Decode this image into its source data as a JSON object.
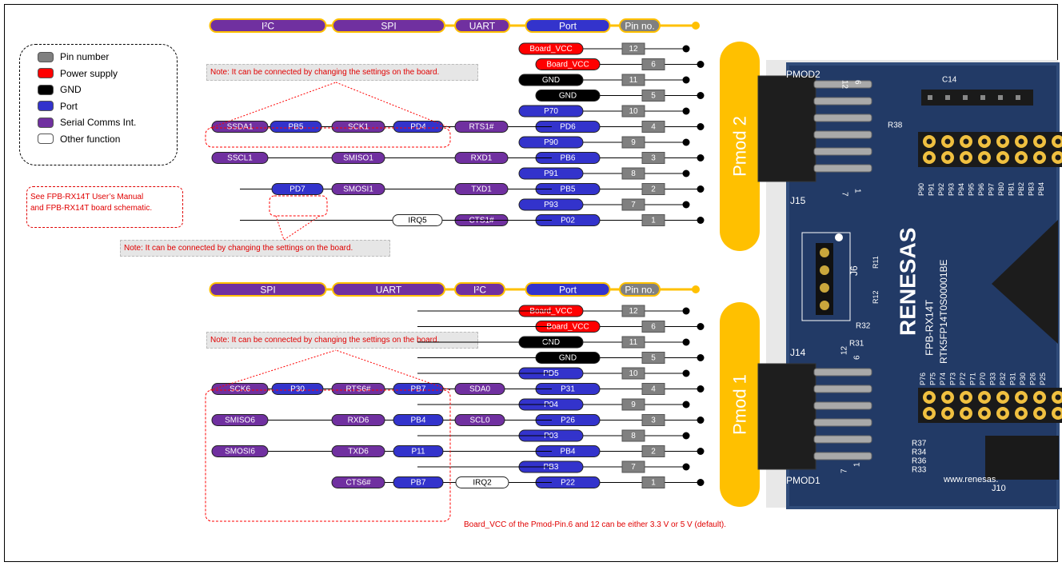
{
  "legend": {
    "items": [
      {
        "label": "Pin number",
        "color": "#808080"
      },
      {
        "label": "Power supply",
        "color": "#ff0000"
      },
      {
        "label": "GND",
        "color": "#000000"
      },
      {
        "label": "Port",
        "color": "#3333cc"
      },
      {
        "label": "Serial Comms Int.",
        "color": "#7030a0"
      },
      {
        "label": "Other function",
        "color": "#ffffff"
      }
    ]
  },
  "see_note": {
    "line1": "See FPB-RX14T User’s Manual",
    "line2": "and FPB-RX14T board schematic."
  },
  "note_text": "Note: It can be connected by changing the settings on the board.",
  "footer": "Board_VCC of the Pmod-Pin.6 and 12 can be either 3.3 V or 5 V (default).",
  "colors": {
    "purple": "#7030a0",
    "blue": "#3333cc",
    "red": "#ff0000",
    "black": "#000000",
    "gray": "#808080",
    "gold": "#ffc000"
  },
  "pmod2": {
    "label": "Pmod 2",
    "headers": [
      "I²C",
      "SPI",
      "UART",
      "Port",
      "Pin no."
    ],
    "rows": [
      {
        "pin": "12",
        "port": "Board_VCC",
        "port_type": "vcc"
      },
      {
        "pin": "6",
        "port": "Board_VCC",
        "port_type": "vcc"
      },
      {
        "pin": "11",
        "port": "GND",
        "port_type": "gnd"
      },
      {
        "pin": "5",
        "port": "GND",
        "port_type": "gnd"
      },
      {
        "pin": "10",
        "port": "P70",
        "port_type": "port"
      },
      {
        "pin": "4",
        "port": "PD6",
        "port_type": "port",
        "uart": "RTS1#",
        "spi": [
          "SCK1",
          "PD4"
        ],
        "i2c": [
          "SSDA1",
          "PB5"
        ]
      },
      {
        "pin": "9",
        "port": "P90",
        "port_type": "port"
      },
      {
        "pin": "3",
        "port": "PB6",
        "port_type": "port",
        "uart": "RXD1",
        "spi": [
          "SMISO1"
        ],
        "i2c": [
          "SSCL1"
        ]
      },
      {
        "pin": "8",
        "port": "P91",
        "port_type": "port"
      },
      {
        "pin": "2",
        "port": "PB5",
        "port_type": "port",
        "uart": "TXD1",
        "spi": [
          "SMOSI1"
        ],
        "i2c_port": "PD7"
      },
      {
        "pin": "7",
        "port": "P93",
        "port_type": "port"
      },
      {
        "pin": "1",
        "port": "P02",
        "port_type": "port",
        "uart": "CTS1#",
        "other": "IRQ5"
      }
    ]
  },
  "pmod1": {
    "label": "Pmod 1",
    "headers": [
      "SPI",
      "UART",
      "I²C",
      "Port",
      "Pin no."
    ],
    "rows": [
      {
        "pin": "12",
        "port": "Board_VCC",
        "port_type": "vcc"
      },
      {
        "pin": "6",
        "port": "Board_VCC",
        "port_type": "vcc"
      },
      {
        "pin": "11",
        "port": "GND",
        "port_type": "gnd"
      },
      {
        "pin": "5",
        "port": "GND",
        "port_type": "gnd"
      },
      {
        "pin": "10",
        "port": "PD5",
        "port_type": "port"
      },
      {
        "pin": "4",
        "port": "P31",
        "port_type": "port",
        "i2c": "SDA0",
        "uart": [
          "RTS6#",
          "PB7"
        ],
        "spi": [
          "SCK6",
          "P30"
        ]
      },
      {
        "pin": "9",
        "port": "P04",
        "port_type": "port"
      },
      {
        "pin": "3",
        "port": "P26",
        "port_type": "port",
        "i2c": "SCL0",
        "uart": [
          "RXD6",
          "PB4"
        ],
        "spi": [
          "SMISO6"
        ]
      },
      {
        "pin": "8",
        "port": "P03",
        "port_type": "port"
      },
      {
        "pin": "2",
        "port": "PB4",
        "port_type": "port",
        "uart": [
          "TXD6",
          "P11"
        ],
        "spi": [
          "SMOSI6"
        ]
      },
      {
        "pin": "7",
        "port": "PB3",
        "port_type": "port"
      },
      {
        "pin": "1",
        "port": "P22",
        "port_type": "port",
        "other": "IRQ2",
        "uart": [
          "CTS6#",
          "PB7"
        ]
      }
    ]
  },
  "board": {
    "pmod2_label": "PMOD2",
    "pmod1_label": "PMOD1",
    "j15": "J15",
    "j14": "J14",
    "j6": "J6",
    "j10": "J10",
    "c14": "C14",
    "r38": "R38",
    "r11": "R11",
    "r12": "R12",
    "r32": "R32",
    "r31": "R31",
    "r37": "R37",
    "r34": "R34",
    "r36": "R36",
    "r33": "R33",
    "logo": "RENESAS",
    "name": "FPB-RX14T",
    "part": "RTK5FP14T0S00001BE",
    "url": "www.renesas.",
    "top_pins": [
      "P90",
      "P91",
      "P92",
      "P93",
      "P94",
      "P95",
      "P96",
      "P97",
      "PB0",
      "PB1",
      "PB2",
      "PB3",
      "PB4"
    ],
    "bot_pins": [
      "P76",
      "P75",
      "P74",
      "P73",
      "P72",
      "P71",
      "P70",
      "P33",
      "P32",
      "P31",
      "P30",
      "P26",
      "P25"
    ],
    "conn_nums": {
      "n12": "12",
      "n6": "6",
      "n7": "7",
      "n1": "1"
    }
  }
}
